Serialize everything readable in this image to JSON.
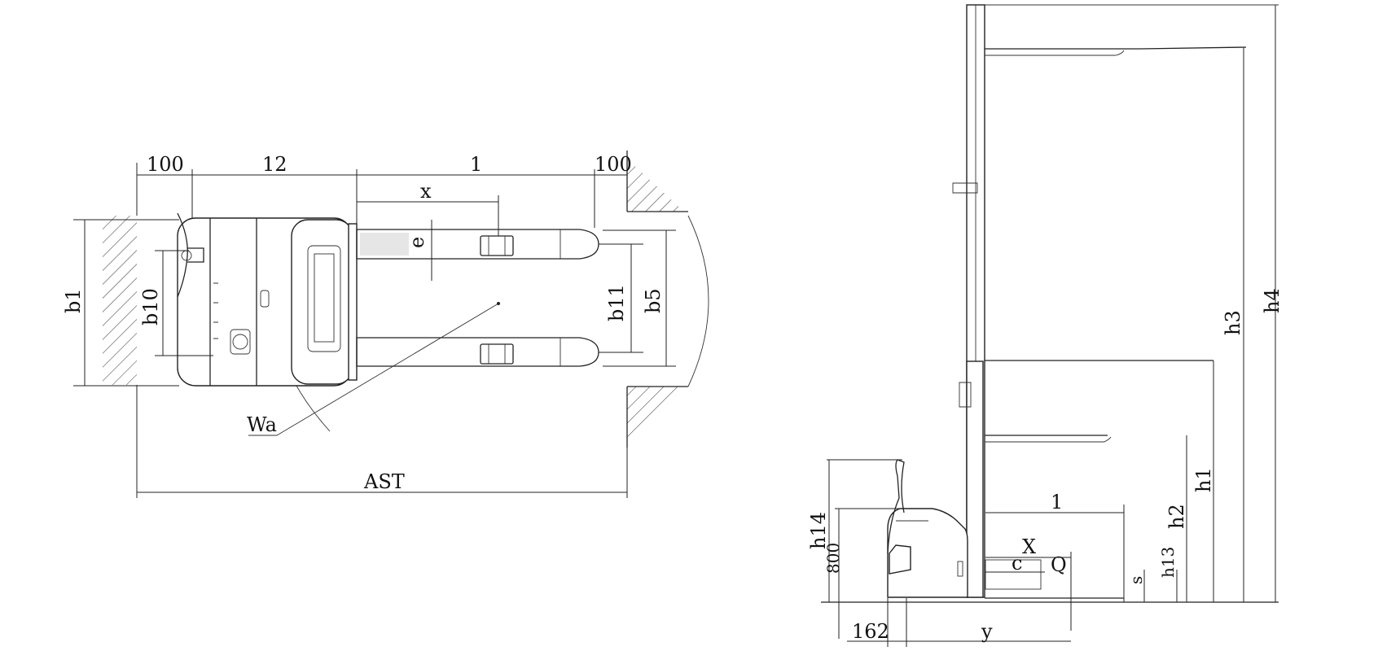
{
  "top_view": {
    "dims": {
      "d100_left": "100",
      "d12": "12",
      "d1": "1",
      "d100_right": "100",
      "x": "x",
      "e": "e",
      "b1": "b1",
      "b10": "b10",
      "b11": "b11",
      "b5": "b5",
      "wa": "Wa",
      "ast": "AST"
    }
  },
  "side_view": {
    "dims": {
      "h4": "h4",
      "h3": "h3",
      "h1": "h1",
      "h2": "h2",
      "h13": "h13",
      "s": "s",
      "l": "1",
      "x": "X",
      "c": "c",
      "q": "Q",
      "h14": "h14",
      "d800": "800",
      "d162": "162",
      "y": "y"
    }
  },
  "colors": {
    "line": "#222222",
    "background": "#ffffff"
  }
}
